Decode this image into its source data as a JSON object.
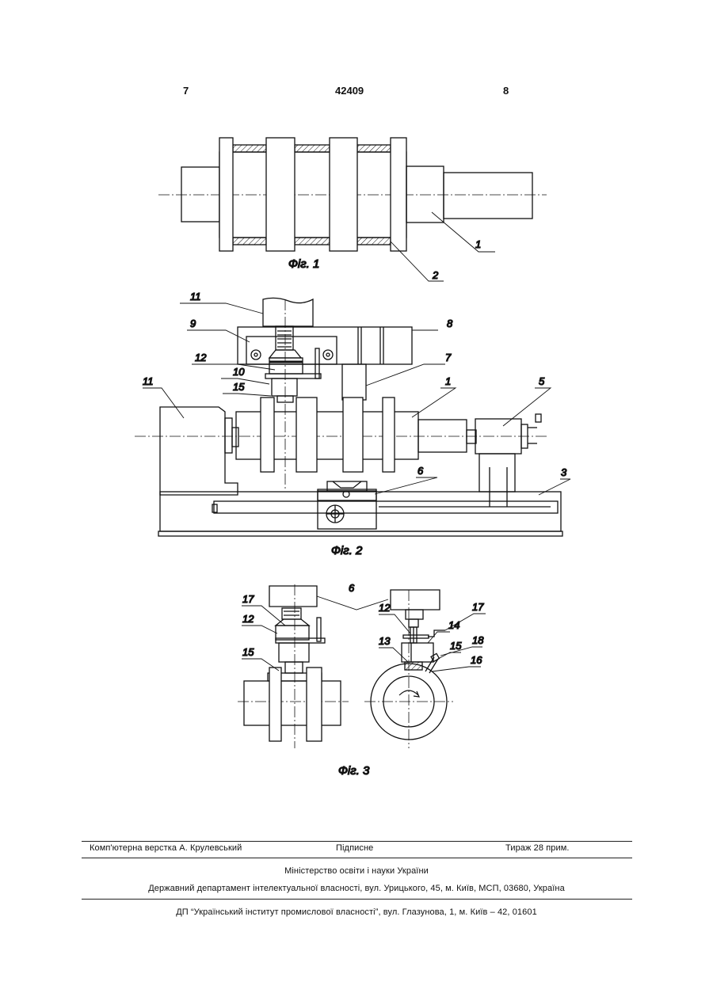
{
  "header": {
    "page_left": "7",
    "doc_number": "42409",
    "page_right": "8"
  },
  "figures": {
    "fig1": {
      "caption": "Фіг. 1",
      "labels": [
        "1",
        "2"
      ]
    },
    "fig2": {
      "caption": "Фіг. 2",
      "labels": [
        "11",
        "9",
        "8",
        "12",
        "10",
        "7",
        "15",
        "11",
        "1",
        "5",
        "6",
        "3"
      ]
    },
    "fig3": {
      "caption": "Фіг. 3",
      "labels": [
        "6",
        "17",
        "12",
        "15",
        "12",
        "17",
        "14",
        "13",
        "15",
        "18",
        "16"
      ]
    }
  },
  "footer": {
    "layout_by": "Комп'ютерна верстка А. Крулевський",
    "signed": "Підписне",
    "circulation": "Тираж 28 прим.",
    "ministry": "Міністерство освіти і науки України",
    "department": "Державний департамент інтелектуальної власності, вул. Урицького, 45, м. Київ, МСП, 03680, Україна",
    "institute": "ДП “Український інститут промислової власності”, вул. Глазунова, 1, м. Київ – 42, 01601"
  }
}
